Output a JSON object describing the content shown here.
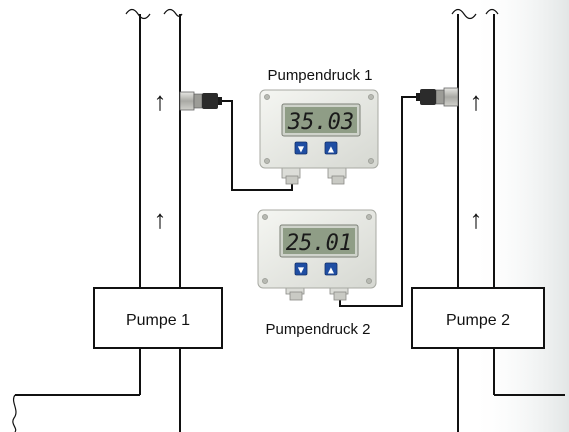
{
  "devices": {
    "transmitter_1": {
      "title": "Pumpendruck 1",
      "reading": "35.03",
      "btn_down": "▼",
      "btn_up": "▲"
    },
    "transmitter_2": {
      "title": "Pumpendruck 2",
      "reading": "25.01",
      "btn_down": "▼",
      "btn_up": "▲"
    }
  },
  "pumps": {
    "pump_1": {
      "label": "Pumpe 1"
    },
    "pump_2": {
      "label": "Pumpe 2"
    }
  },
  "flow_glyph": "↑",
  "colors": {
    "background": "#ffffff",
    "line": "#111111",
    "housing": "#e9ebe6",
    "lcd": "#8f9d86",
    "button": "#1f4ea3",
    "connector_dark": "#2b2b2b",
    "fitting_metal": "#b9b9b4"
  }
}
